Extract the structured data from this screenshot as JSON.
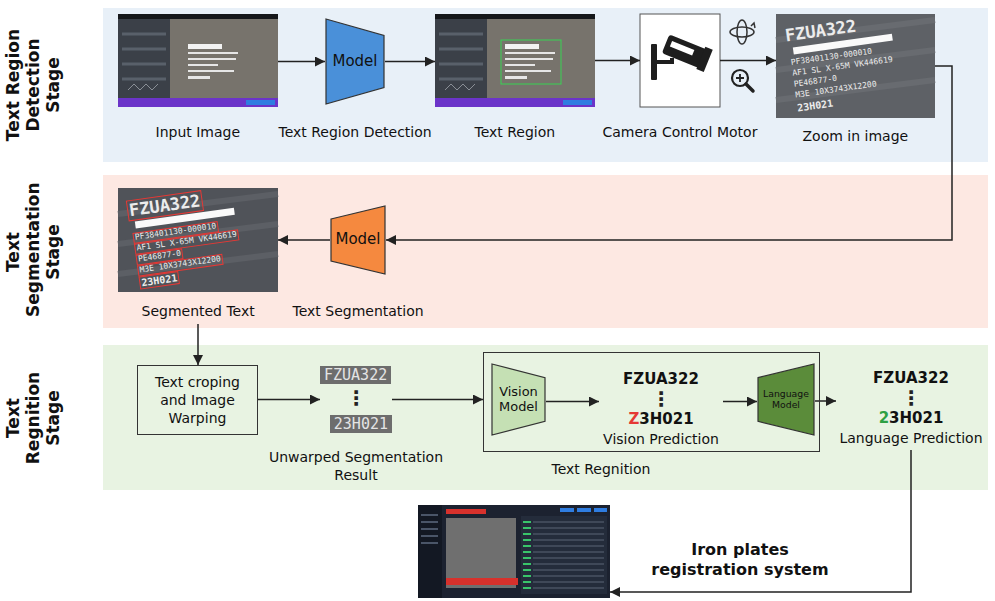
{
  "diagram": {
    "nodes": [
      {
        "text": [
          "Text Region Detection Stage"
        ]
      },
      {
        "text": [
          "Input Image"
        ],
        "in": 0
      },
      {
        "text": [
          "Model",
          "Text Region Detection"
        ],
        "in": 0
      },
      {
        "text": [
          "Text Region"
        ],
        "in": 0
      },
      {
        "text": [
          "Camera Control Motor"
        ],
        "in": 0
      },
      {
        "text": [
          "FZUA322",
          "PF38401130-000010",
          "AF1 SL X-65M VK446619",
          "PE46877-0",
          "M3E 10X3743X12200",
          "23H021",
          "Zoom in image"
        ],
        "in": 0
      },
      {
        "text": [
          "Text Segmentation Stage"
        ]
      },
      {
        "text": [
          "FZUA322",
          "PF38401130-000010",
          "AF1 SL X-65M VK446619",
          "PE46877-0",
          "M3E 10X3743X12200",
          "23H021",
          "Segmented Text"
        ],
        "in": 6
      },
      {
        "text": [
          "Model",
          "Text Segmentation"
        ],
        "in": 6
      },
      {
        "text": [
          "Text Regnition Stage"
        ]
      },
      {
        "text": [
          "Text croping and Image Warping"
        ],
        "in": 9
      },
      {
        "text": [
          "FZUA322",
          "⋮",
          "23H021",
          "Unwarped Segmentation Result"
        ],
        "in": 9
      },
      {
        "text": [
          "Text Regnition"
        ],
        "in": 9
      },
      {
        "text": [
          "Vision Model"
        ],
        "in": 12
      },
      {
        "text": [
          "FZUA322",
          "⋮",
          "Z",
          "3H021",
          "Vision Prediction"
        ],
        "in": 12
      },
      {
        "text": [
          "Language Model"
        ],
        "in": 12
      },
      {
        "text": [
          "FZUA322",
          "⋮",
          "2",
          "3H021",
          "Language Prediction"
        ],
        "in": 9
      },
      {
        "text": [
          "Iron plates registration system"
        ]
      }
    ],
    "edges": [
      {
        "from": 1,
        "to": 2,
        "arrow": "to"
      },
      {
        "from": 2,
        "to": 3,
        "arrow": "to"
      },
      {
        "from": 3,
        "to": 4,
        "arrow": "to"
      },
      {
        "from": 4,
        "to": 5,
        "arrow": "to"
      },
      {
        "from": 5,
        "to": 8,
        "arrow": "to"
      },
      {
        "from": 8,
        "to": 7,
        "arrow": "to"
      },
      {
        "from": 7,
        "to": 10,
        "arrow": "to"
      },
      {
        "from": 10,
        "to": 11,
        "arrow": "to"
      },
      {
        "from": 11,
        "to": 12,
        "arrow": "to"
      },
      {
        "from": 13,
        "to": 14,
        "arrow": "to"
      },
      {
        "from": 14,
        "to": 15,
        "arrow": "to"
      },
      {
        "from": 15,
        "to": 16,
        "arrow": "to"
      },
      {
        "from": 16,
        "to": 17,
        "arrow": "to"
      }
    ]
  }
}
